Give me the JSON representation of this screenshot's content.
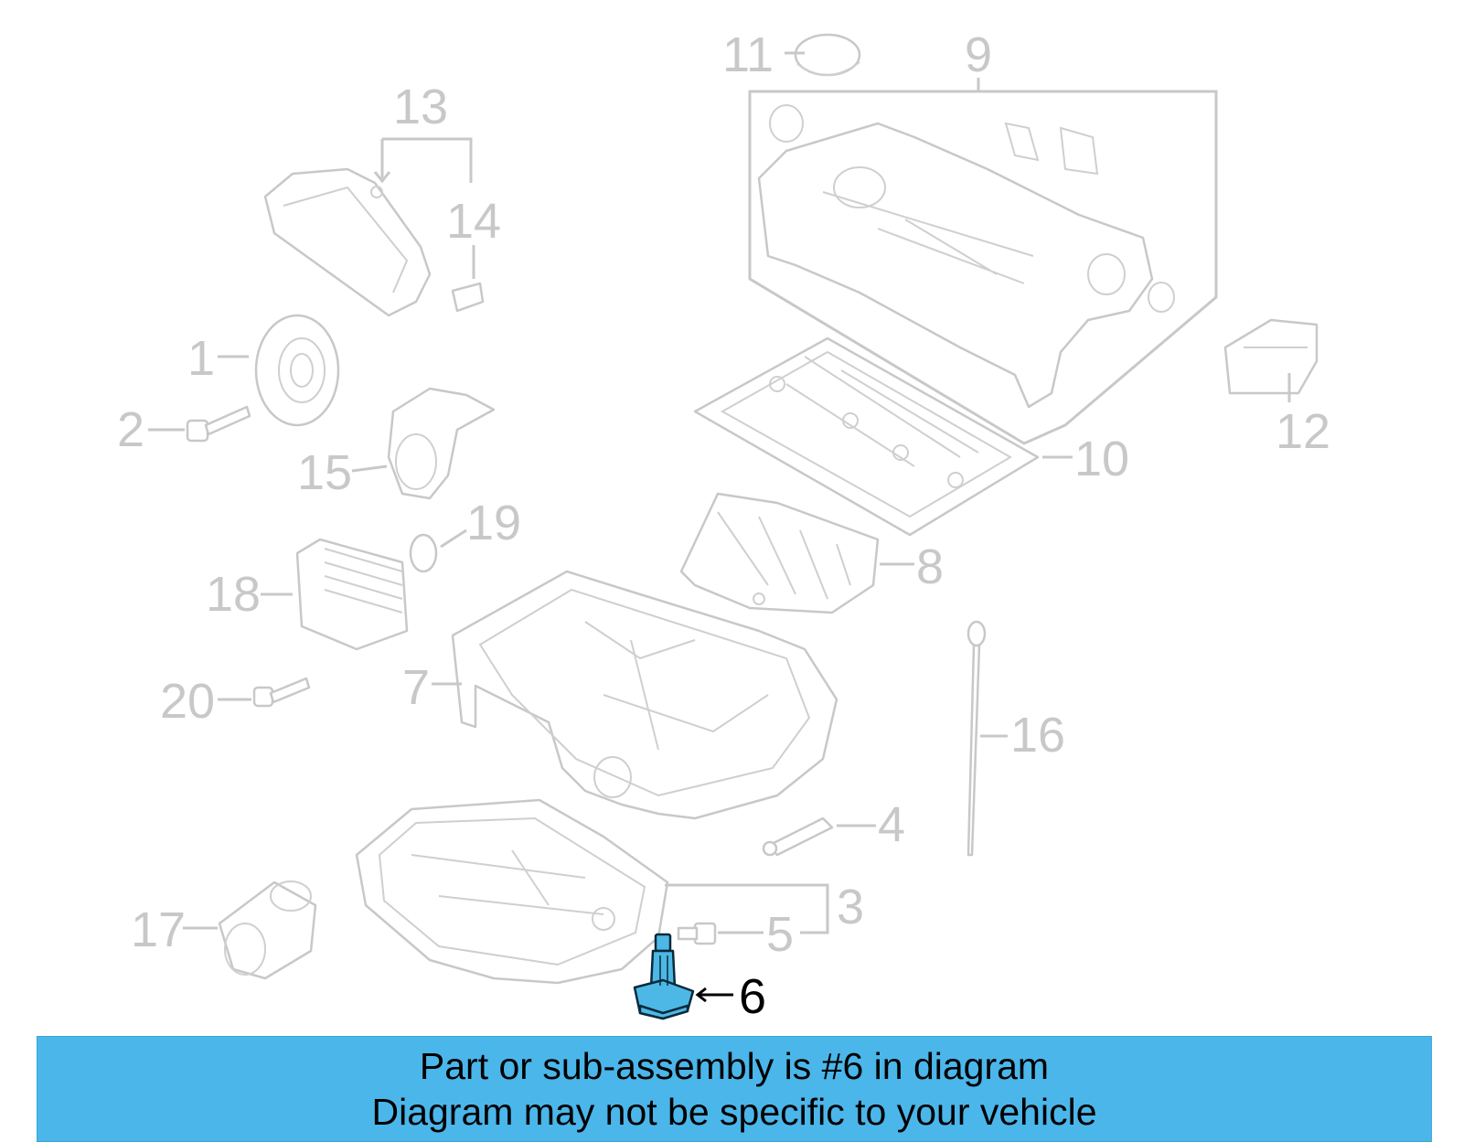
{
  "callouts": {
    "c1": "1",
    "c2": "2",
    "c3": "3",
    "c4": "4",
    "c5": "5",
    "c6": "6",
    "c7": "7",
    "c8": "8",
    "c9": "9",
    "c10": "10",
    "c11": "11",
    "c12": "12",
    "c13": "13",
    "c14": "14",
    "c15": "15",
    "c16": "16",
    "c17": "17",
    "c18": "18",
    "c19": "19",
    "c20": "20"
  },
  "highlighted_part": "6",
  "colors": {
    "highlight": "#4db8e6",
    "banner": "#4bb6ea",
    "line_art": "#c8c8c8"
  },
  "banner": {
    "line1": "Part or sub-assembly is #6 in diagram",
    "line2": "Diagram may not be specific to your vehicle"
  }
}
